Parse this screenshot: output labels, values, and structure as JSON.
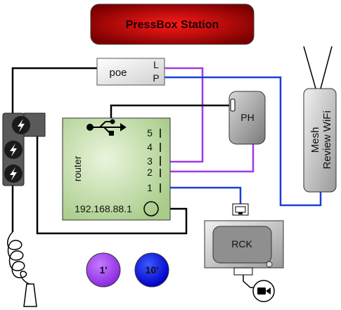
{
  "title": "PressBox Station",
  "poe": {
    "label": "poe",
    "port_l": "L",
    "port_p": "P"
  },
  "router": {
    "label": "router",
    "ports": [
      "5",
      "4",
      "3",
      "2",
      "1"
    ],
    "ip": "192.168.88.1"
  },
  "ph": {
    "label": "PH"
  },
  "mesh": {
    "line1": "Mesh",
    "line2": "Review WiFi"
  },
  "rck": {
    "label": "RCK"
  },
  "legend": [
    {
      "label": "1'",
      "color": "#9b3be8"
    },
    {
      "label": "10'",
      "color": "#0000ee"
    }
  ],
  "colors": {
    "title_bg": "#c40000",
    "router_bg": "#b6d49a",
    "cable_purple": "#9b3be8",
    "cable_blue": "#1a3fd4",
    "cable_black": "#000000"
  }
}
